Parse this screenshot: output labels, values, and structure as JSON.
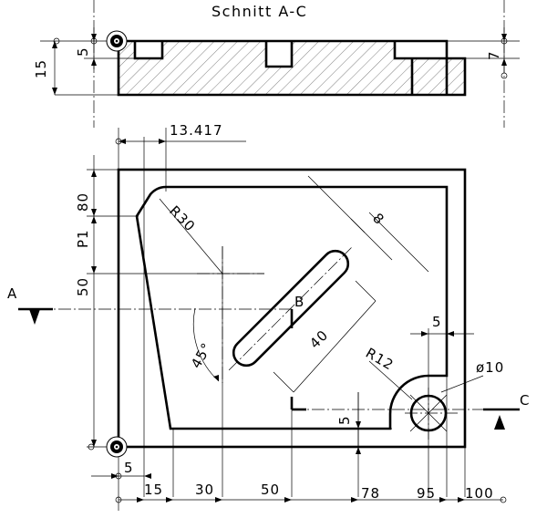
{
  "section": {
    "title": "Schnitt A-C",
    "dims": {
      "d15": "15",
      "d5": "5",
      "d7": "7"
    }
  },
  "plan": {
    "dims": {
      "top_offset": "13.417",
      "left_80": "80",
      "left_p1": "P1",
      "left_50": "50",
      "slot_width": "8",
      "radius_30": "R30",
      "radius_12": "R12",
      "slot_length": "40",
      "angle": "45°",
      "bore": "ø10",
      "right_5": "5",
      "bottom_5_vertical": "5",
      "bottom_5_left": "5"
    },
    "labels": {
      "a": "A",
      "b": "B",
      "c": "C"
    },
    "bottom_dims": [
      "15",
      "30",
      "50",
      "78",
      "95",
      "100"
    ]
  },
  "colors": {
    "line": "#000000",
    "background": "#ffffff"
  }
}
